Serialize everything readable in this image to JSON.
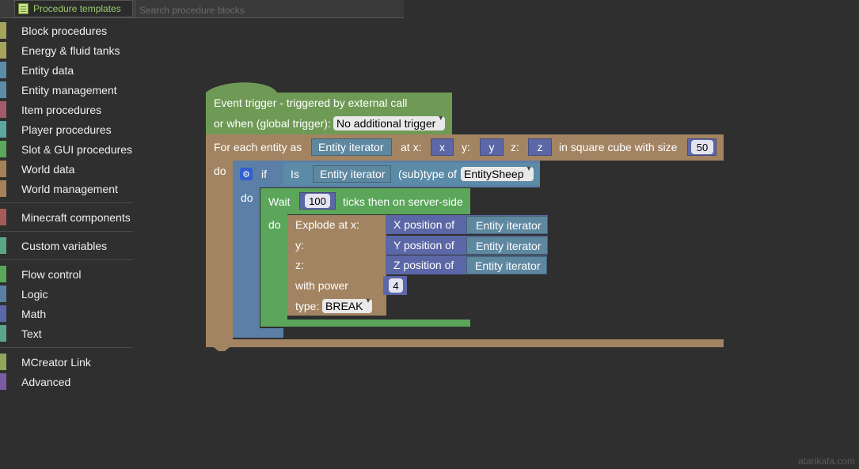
{
  "header": {
    "templates_label": "Procedure templates",
    "search_placeholder": "Search procedure blocks"
  },
  "sidebar": {
    "groups": [
      [
        {
          "label": "Block procedures",
          "color": "#a6a35b"
        },
        {
          "label": "Energy & fluid tanks",
          "color": "#a6a35b"
        },
        {
          "label": "Entity data",
          "color": "#5b8da6"
        },
        {
          "label": "Entity management",
          "color": "#5b8da6"
        },
        {
          "label": "Item procedures",
          "color": "#a65b6b"
        },
        {
          "label": "Player procedures",
          "color": "#5ba6a0"
        },
        {
          "label": "Slot & GUI procedures",
          "color": "#5ba65d"
        },
        {
          "label": "World data",
          "color": "#a6825b"
        },
        {
          "label": "World management",
          "color": "#a6825b"
        }
      ],
      [
        {
          "label": "Minecraft components",
          "color": "#a65b5b"
        }
      ],
      [
        {
          "label": "Custom variables",
          "color": "#5ba683"
        }
      ],
      [
        {
          "label": "Flow control",
          "color": "#5ba65b"
        },
        {
          "label": "Logic",
          "color": "#5b80a6"
        },
        {
          "label": "Math",
          "color": "#5b67a6"
        },
        {
          "label": "Text",
          "color": "#5ba68a"
        }
      ],
      [
        {
          "label": "MCreator Link",
          "color": "#8fa65b"
        },
        {
          "label": "Advanced",
          "color": "#7a5ba6"
        }
      ]
    ]
  },
  "colors": {
    "event": "#6f9a56",
    "world": "#a38462",
    "logic": "#5b7fa6",
    "entity": "#5b8ba6",
    "math": "#5b67a6",
    "flow": "#5ba65b",
    "iterator": "#5e87a0"
  },
  "blocks": {
    "event": {
      "line1": "Event trigger - triggered by external call",
      "line2": "or when (global trigger):",
      "trigger": "No additional trigger"
    },
    "foreach": {
      "label": "For each entity as",
      "iterator": "Entity iterator",
      "at_x": "at x:",
      "x": "x",
      "y_label": "y:",
      "y": "y",
      "z_label": "z:",
      "z": "z",
      "size_label": "in square cube with size",
      "size": "50",
      "do": "do"
    },
    "if": {
      "label": "if",
      "do": "do",
      "is": "Is",
      "iterator": "Entity iterator",
      "subtype": "(sub)type of",
      "entity": "EntitySheep"
    },
    "wait": {
      "label": "Wait",
      "ticks": "100",
      "suffix": "ticks then on server-side",
      "do": "do"
    },
    "explode": {
      "label": "Explode at x:",
      "y": "y:",
      "z": "z:",
      "power_label": "with power",
      "power": "4",
      "type_label": "type:",
      "type": "BREAK"
    },
    "positions": [
      {
        "label": "X position of",
        "iterator": "Entity iterator"
      },
      {
        "label": "Y position of",
        "iterator": "Entity iterator"
      },
      {
        "label": "Z position of",
        "iterator": "Entity iterator"
      }
    ]
  },
  "watermark": "atarikafa.com"
}
